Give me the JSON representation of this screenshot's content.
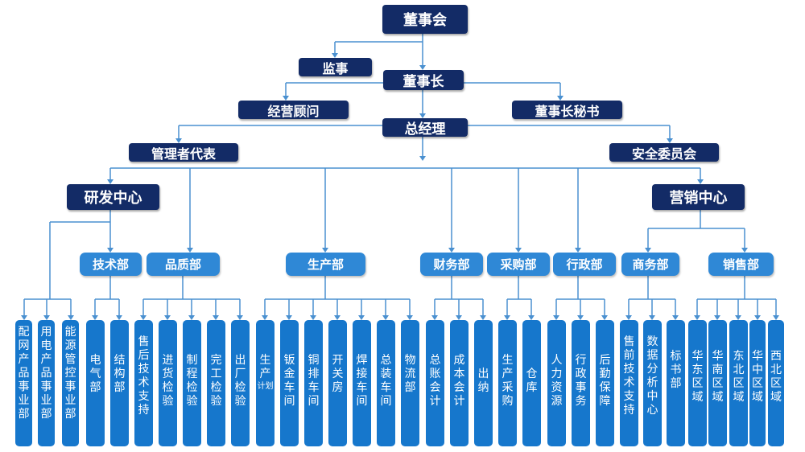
{
  "colors": {
    "navy": "#132b66",
    "dept_blue": "#2f88d6",
    "leaf_blue": "#1677cc",
    "line": "#4a90d0"
  },
  "top": {
    "board": "董事会",
    "supervisor": "监事",
    "chairman": "董事长",
    "consultant": "经营顾问",
    "chairman_secretary": "董事长秘书",
    "general_manager": "总经理",
    "mgmt_rep": "管理者代表",
    "safety_committee": "安全委员会",
    "rd_center": "研发中心",
    "marketing_center": "营销中心"
  },
  "departments": {
    "tech": "技术部",
    "quality": "品质部",
    "production": "生产部",
    "finance": "财务部",
    "purchasing": "采购部",
    "admin": "行政部",
    "business": "商务部",
    "sales": "销售部"
  },
  "units": {
    "rd1": "配网产品事业部",
    "rd2": "用电产品事业部",
    "rd3": "能源管控事业部",
    "electrical": "电气部",
    "structure": "结构部",
    "after_sales": "售后技术支持",
    "incoming": "进货检验",
    "process": "制程检验",
    "final": "完工检验",
    "outgoing": "出厂检验",
    "plan_main": "生产",
    "plan_small": "计划",
    "sheet_metal": "钣金车间",
    "copper": "铜排车间",
    "switch_room": "开关房",
    "welding": "焊接车间",
    "assembly": "总装车间",
    "logistics": "物流部",
    "gl_accounting": "总账会计",
    "cost_accounting": "成本会计",
    "cashier": "出纳",
    "procurement": "生产采购",
    "warehouse": "仓库",
    "hr": "人力资源",
    "admin_affairs": "行政事务",
    "logistics_support": "后勤保障",
    "presales": "售前技术支持",
    "data_center": "数据分析中心",
    "bidding": "标书部",
    "east": "华东区域",
    "south": "华南区域",
    "northeast": "东北区域",
    "central": "华中区域",
    "northwest": "西北区域"
  }
}
